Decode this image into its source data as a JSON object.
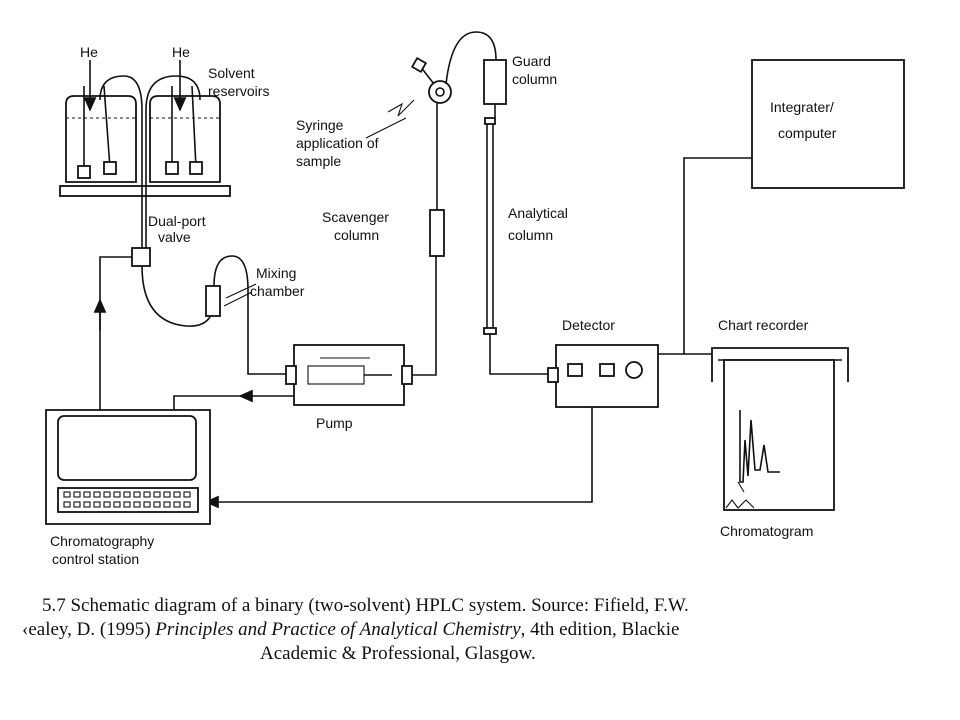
{
  "labels": {
    "he1": "He",
    "he2": "He",
    "solvent1": "Solvent",
    "solvent2": "reservoirs",
    "dual1": "Dual-port",
    "dual2": "valve",
    "mixing1": "Mixing",
    "mixing2": "chamber",
    "syringe1": "Syringe",
    "syringe2": "application of",
    "syringe3": "sample",
    "scavenger1": "Scavenger",
    "scavenger2": "column",
    "guard1": "Guard",
    "guard2": "column",
    "analytical1": "Analytical",
    "analytical2": "column",
    "integrator1": "Integrater/",
    "integrator2": "computer",
    "detector": "Detector",
    "chart_recorder": "Chart recorder",
    "pump": "Pump",
    "chromatogram": "Chromatogram",
    "control1": "Chromatography",
    "control2": "control station"
  },
  "caption": {
    "line1": " 5.7 Schematic diagram of a binary (two-solvent) HPLC system. Source: Fifield, F.W.",
    "line2_a": "‹ealey, D. (1995) ",
    "line2_b": "Principles and Practice of Analytical Chemistry",
    "line2_c": ", 4th edition, Blackie",
    "line3": "Academic & Professional, Glasgow."
  }
}
